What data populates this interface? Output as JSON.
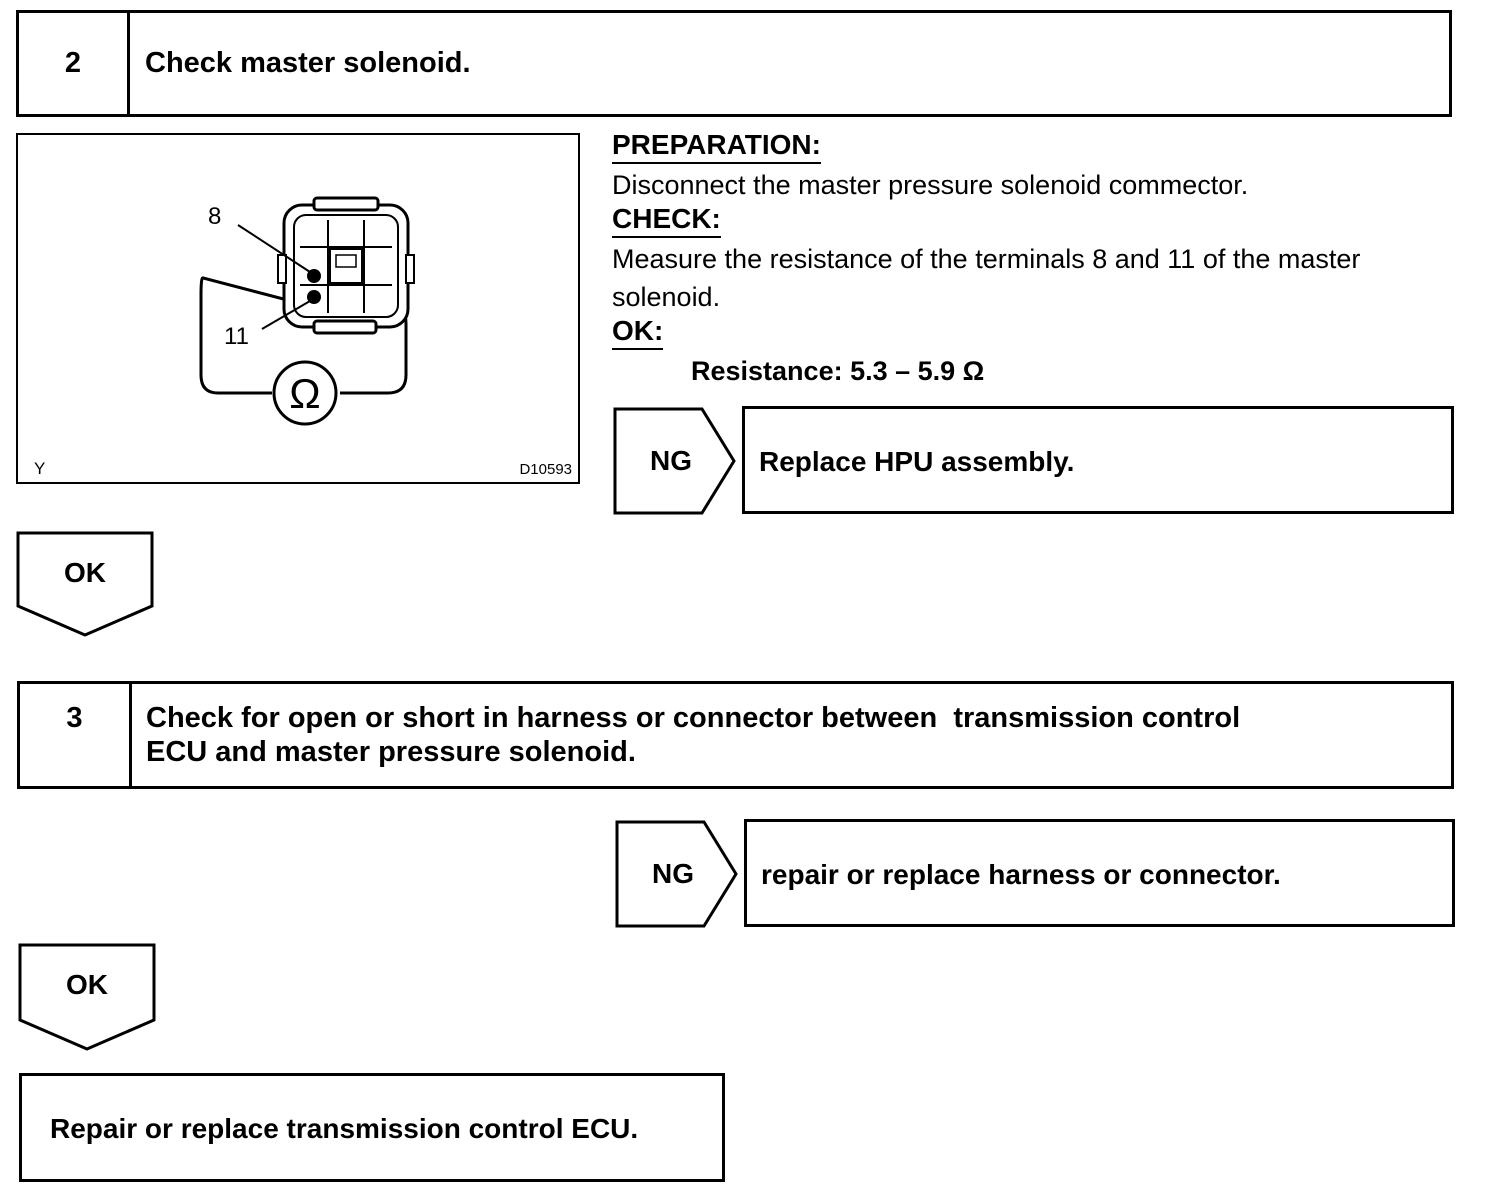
{
  "step2": {
    "number": "2",
    "title": "Check master solenoid."
  },
  "figure": {
    "label_terminal_a": "8",
    "label_terminal_b": "11",
    "meter_symbol": "Ω",
    "corner_code": "Y",
    "figure_id": "D10593"
  },
  "instructions": {
    "preparation_label": "PREPARATION:",
    "preparation_text": "Disconnect the master pressure solenoid commector.",
    "check_label": "CHECK:",
    "check_text_line1": "Measure the resistance of the terminals 8 and 11 of the master",
    "check_text_line2": "solenoid.",
    "ok_label": "OK:",
    "spec": "Resistance: 5.3 – 5.9 Ω"
  },
  "ng1": {
    "tag": "NG",
    "action": "Replace HPU assembly."
  },
  "ok1": {
    "tag": "OK"
  },
  "step3": {
    "number": "3",
    "title_line1": "Check for open or short in harness or connector between  transmission control",
    "title_line2": "ECU and master pressure solenoid."
  },
  "ng2": {
    "tag": "NG",
    "action": "repair or replace harness or connector."
  },
  "ok2": {
    "tag": "OK"
  },
  "final": {
    "action": "Repair or replace transmission control ECU."
  }
}
